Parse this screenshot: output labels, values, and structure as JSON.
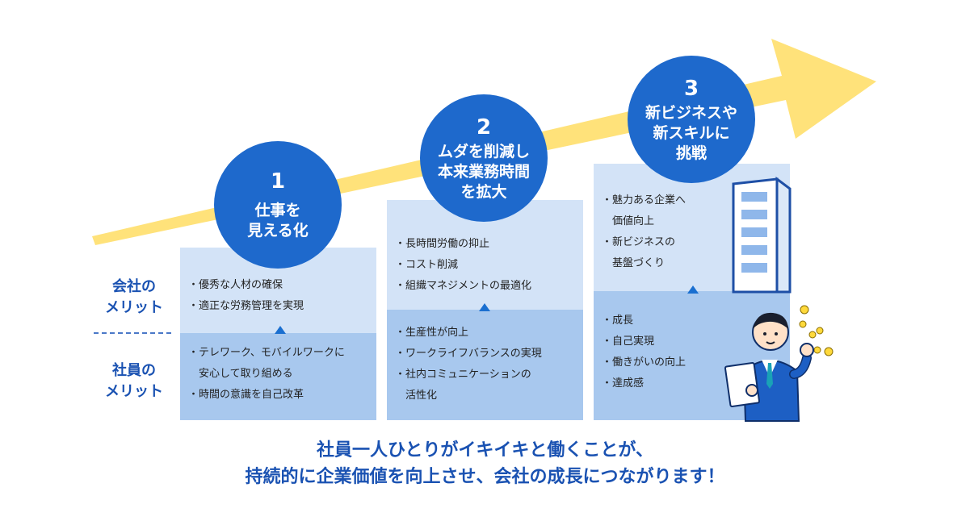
{
  "row_labels": {
    "company": "会社の\nメリット",
    "employee": "社員の\nメリット"
  },
  "steps": [
    {
      "number": "1",
      "title": "仕事を\n見える化",
      "company_items": [
        "・優秀な人材の確保",
        "・適正な労務管理を実現"
      ],
      "employee_items": [
        "・テレワーク、モバイルワークに",
        "　安心して取り組める",
        "・時間の意識を自己改革"
      ]
    },
    {
      "number": "2",
      "title": "ムダを削減し\n本来業務時間\nを拡大",
      "company_items": [
        "・長時間労働の抑止",
        "・コスト削減",
        "・組織マネジメントの最適化"
      ],
      "employee_items": [
        "・生産性が向上",
        "・ワークライフバランスの実現",
        "・社内コミュニケーションの",
        "　活性化"
      ]
    },
    {
      "number": "3",
      "title": "新ビジネスや\n新スキルに\n挑戦",
      "company_items": [
        "・魅力ある企業へ",
        "　価値向上",
        "・新ビジネスの",
        "　基盤づくり"
      ],
      "employee_items": [
        "・成長",
        "・自己実現",
        "・働きがいの向上",
        "・達成感"
      ]
    }
  ],
  "tagline": {
    "line1": "社員一人ひとりがイキイキと働くことが、",
    "line2": "持続的に企業価値を向上させ、会社の成長につながります！"
  },
  "colors": {
    "arrow": "#ffe27a",
    "circle": "#1e69cc",
    "panel_top": "#d3e3f7",
    "panel_bottom": "#a8c8ee",
    "label_text": "#1a52b2"
  },
  "icons": {
    "building": "office-building-icon",
    "person": "businessman-icon"
  }
}
